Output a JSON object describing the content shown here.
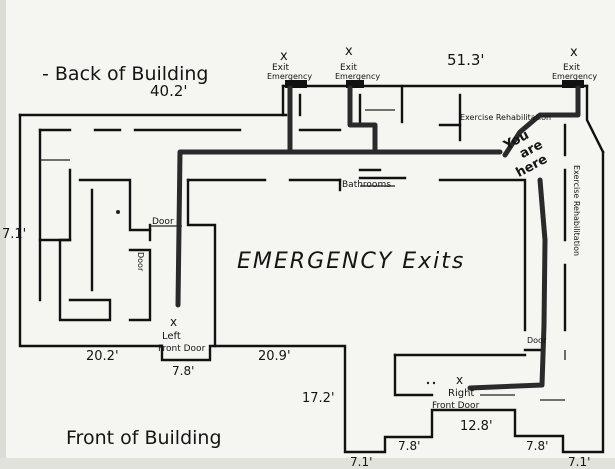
{
  "colors": {
    "paper": "#f5f5f1",
    "ink": "#111111",
    "route": "#2a2a2a",
    "frame": "#dcdcd6"
  },
  "labels": {
    "back": "- Back of Building",
    "front": "Front of Building",
    "center": "EMERGENCY  Exits",
    "bathrooms": "Bathrooms",
    "exercise_top": "Exercise Rehabilitation",
    "exercise_side": "Exercise Rehabilitation",
    "door_1": "Door",
    "door_2": "Door",
    "door_3": "Door",
    "left_front_line1": "Left",
    "left_front_line2": "Front Door",
    "right_front_line1": "Right",
    "right_front_line2": "Front Door",
    "exit1_line1": "Exit",
    "exit1_line2": "Emergency",
    "exit2_line1": "Exit",
    "exit2_line2": "Emergency",
    "exit3_line1": "Exit",
    "exit3_line2": "Emergency",
    "you_line1": "You",
    "you_line2": "are",
    "you_line3": "here",
    "x_mark": "x"
  },
  "dimensions": {
    "d_40_2": "40.2'",
    "d_51_3": "51.3'",
    "d_7_1_left": "7.1'",
    "d_20_2": "20.2'",
    "d_7_8_left": "7.8'",
    "d_20_9": "20.9'",
    "d_17_2": "17.2'",
    "d_7_8_bottom1": "7.8'",
    "d_12_8": "12.8'",
    "d_7_8_bottom2": "7.8'",
    "d_7_1_bottom1": "7.1'",
    "d_7_1_bottom2": "7.1'"
  }
}
